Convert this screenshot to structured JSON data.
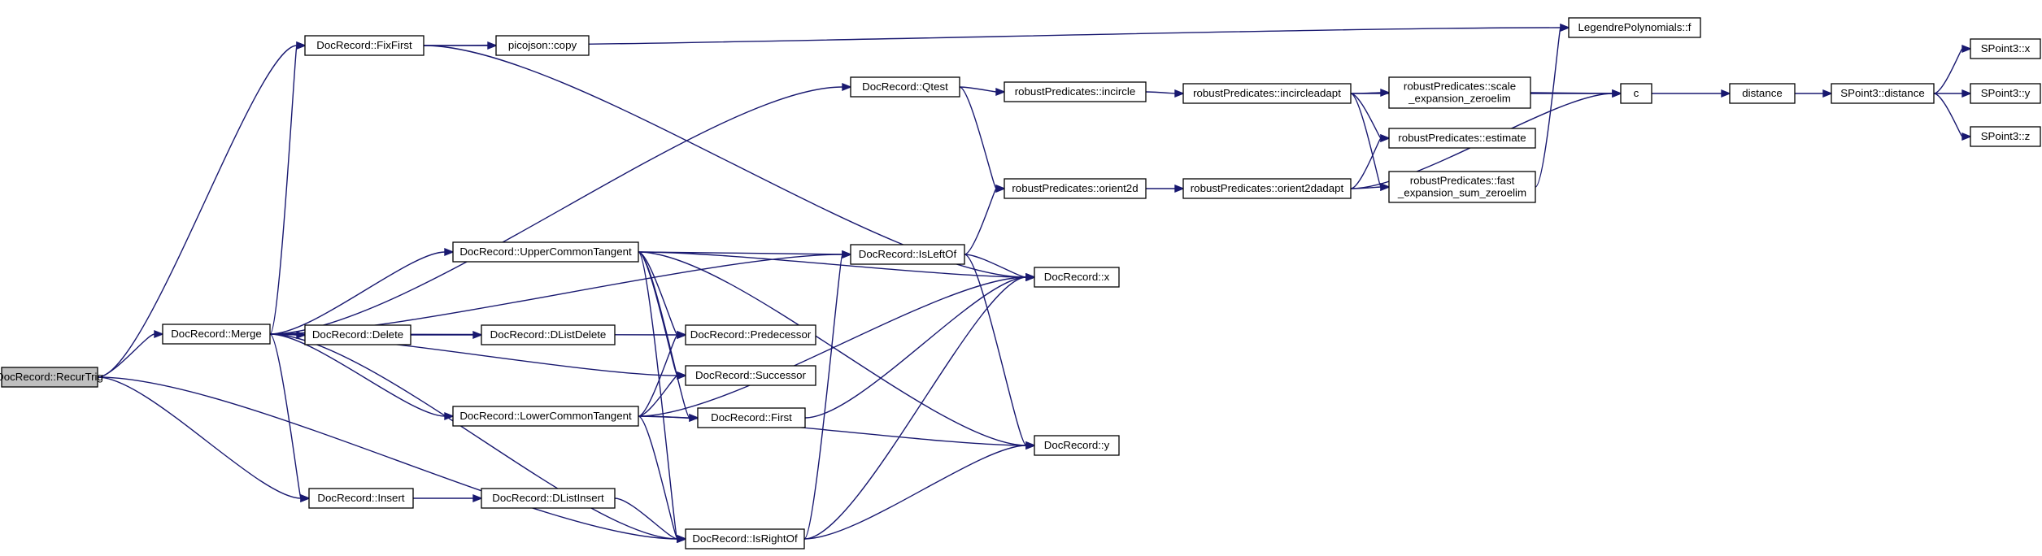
{
  "graph": {
    "edge_color": "#191970",
    "root_fill": "#bfbfbf",
    "nodes": [
      {
        "id": "recurtrig",
        "lines": [
          "DocRecord::RecurTrig"
        ],
        "root": true
      },
      {
        "id": "merge",
        "lines": [
          "DocRecord::Merge"
        ]
      },
      {
        "id": "fixfirst",
        "lines": [
          "DocRecord::FixFirst"
        ]
      },
      {
        "id": "picocopy",
        "lines": [
          "picojson::copy"
        ]
      },
      {
        "id": "legendre",
        "lines": [
          "LegendrePolynomials::f"
        ]
      },
      {
        "id": "qtest",
        "lines": [
          "DocRecord::Qtest"
        ]
      },
      {
        "id": "incircle",
        "lines": [
          "robustPredicates::incircle"
        ]
      },
      {
        "id": "incircleadapt",
        "lines": [
          "robustPredicates::incircleadapt"
        ]
      },
      {
        "id": "scale",
        "lines": [
          "robustPredicates::scale",
          "_expansion_zeroelim"
        ]
      },
      {
        "id": "c",
        "lines": [
          "c"
        ]
      },
      {
        "id": "distance",
        "lines": [
          "distance"
        ]
      },
      {
        "id": "spdist",
        "lines": [
          "SPoint3::distance"
        ]
      },
      {
        "id": "spx",
        "lines": [
          "SPoint3::x"
        ]
      },
      {
        "id": "spy",
        "lines": [
          "SPoint3::y"
        ]
      },
      {
        "id": "spz",
        "lines": [
          "SPoint3::z"
        ]
      },
      {
        "id": "estimate",
        "lines": [
          "robustPredicates::estimate"
        ]
      },
      {
        "id": "fastexp",
        "lines": [
          "robustPredicates::fast",
          "_expansion_sum_zeroelim"
        ]
      },
      {
        "id": "orient2d",
        "lines": [
          "robustPredicates::orient2d"
        ]
      },
      {
        "id": "orient2dadapt",
        "lines": [
          "robustPredicates::orient2dadapt"
        ]
      },
      {
        "id": "uct",
        "lines": [
          "DocRecord::UpperCommonTangent"
        ]
      },
      {
        "id": "isleftof",
        "lines": [
          "DocRecord::IsLeftOf"
        ]
      },
      {
        "id": "drx",
        "lines": [
          "DocRecord::x"
        ]
      },
      {
        "id": "delete",
        "lines": [
          "DocRecord::Delete"
        ]
      },
      {
        "id": "dlistdelete",
        "lines": [
          "DocRecord::DListDelete"
        ]
      },
      {
        "id": "predecessor",
        "lines": [
          "DocRecord::Predecessor"
        ]
      },
      {
        "id": "successor",
        "lines": [
          "DocRecord::Successor"
        ]
      },
      {
        "id": "lct",
        "lines": [
          "DocRecord::LowerCommonTangent"
        ]
      },
      {
        "id": "first",
        "lines": [
          "DocRecord::First"
        ]
      },
      {
        "id": "dry",
        "lines": [
          "DocRecord::y"
        ]
      },
      {
        "id": "insert",
        "lines": [
          "DocRecord::Insert"
        ]
      },
      {
        "id": "dlistinsert",
        "lines": [
          "DocRecord::DListInsert"
        ]
      },
      {
        "id": "isrightof",
        "lines": [
          "DocRecord::IsRightOf"
        ]
      }
    ],
    "edges": [
      [
        "recurtrig",
        "merge"
      ],
      [
        "recurtrig",
        "fixfirst"
      ],
      [
        "recurtrig",
        "insert"
      ],
      [
        "recurtrig",
        "isrightof"
      ],
      [
        "fixfirst",
        "legendre"
      ],
      [
        "fixfirst",
        "picocopy"
      ],
      [
        "fixfirst",
        "drx"
      ],
      [
        "merge",
        "fixfirst"
      ],
      [
        "merge",
        "qtest"
      ],
      [
        "merge",
        "uct"
      ],
      [
        "merge",
        "isleftof"
      ],
      [
        "merge",
        "predecessor"
      ],
      [
        "merge",
        "delete"
      ],
      [
        "merge",
        "successor"
      ],
      [
        "merge",
        "lct"
      ],
      [
        "merge",
        "insert"
      ],
      [
        "merge",
        "isrightof"
      ],
      [
        "qtest",
        "incircle"
      ],
      [
        "qtest",
        "orient2d"
      ],
      [
        "incircle",
        "incircleadapt"
      ],
      [
        "incircleadapt",
        "scale"
      ],
      [
        "incircleadapt",
        "c"
      ],
      [
        "incircleadapt",
        "estimate"
      ],
      [
        "incircleadapt",
        "fastexp"
      ],
      [
        "scale",
        "c"
      ],
      [
        "c",
        "distance"
      ],
      [
        "distance",
        "spdist"
      ],
      [
        "spdist",
        "spx"
      ],
      [
        "spdist",
        "spy"
      ],
      [
        "spdist",
        "spz"
      ],
      [
        "fastexp",
        "legendre"
      ],
      [
        "orient2d",
        "orient2dadapt"
      ],
      [
        "orient2dadapt",
        "estimate"
      ],
      [
        "orient2dadapt",
        "fastexp"
      ],
      [
        "orient2dadapt",
        "c"
      ],
      [
        "uct",
        "isleftof"
      ],
      [
        "uct",
        "drx"
      ],
      [
        "uct",
        "predecessor"
      ],
      [
        "uct",
        "successor"
      ],
      [
        "uct",
        "first"
      ],
      [
        "uct",
        "dry"
      ],
      [
        "uct",
        "isrightof"
      ],
      [
        "isleftof",
        "orient2d"
      ],
      [
        "isleftof",
        "drx"
      ],
      [
        "isleftof",
        "dry"
      ],
      [
        "delete",
        "dlistdelete"
      ],
      [
        "lct",
        "predecessor"
      ],
      [
        "lct",
        "successor"
      ],
      [
        "lct",
        "first"
      ],
      [
        "lct",
        "drx"
      ],
      [
        "lct",
        "dry"
      ],
      [
        "lct",
        "isrightof"
      ],
      [
        "first",
        "drx"
      ],
      [
        "insert",
        "dlistinsert"
      ],
      [
        "dlistinsert",
        "isrightof"
      ],
      [
        "isrightof",
        "isleftof"
      ],
      [
        "isrightof",
        "drx"
      ],
      [
        "isrightof",
        "dry"
      ]
    ]
  }
}
